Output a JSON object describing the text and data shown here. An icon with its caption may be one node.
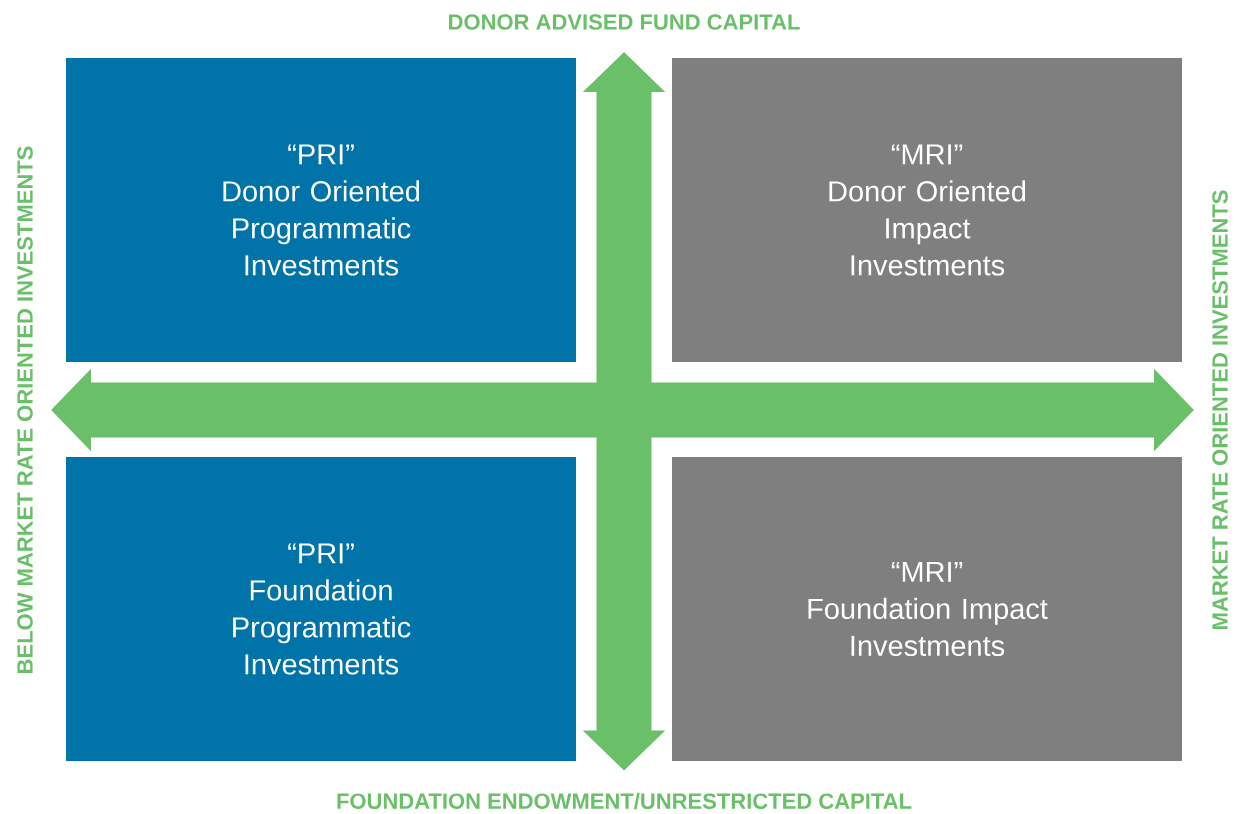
{
  "diagram": {
    "nodes": [
      {
        "text": [
          "“PRI”",
          "Donor Oriented Programmatic Investments"
        ]
      },
      {
        "text": [
          "“MRI”",
          "Donor Oriented Impact Investments"
        ]
      },
      {
        "text": [
          "“PRI”",
          "Foundation Programmatic Investments"
        ]
      },
      {
        "text": [
          "“MRI”",
          "Foundation Impact Investments"
        ]
      },
      {
        "text": [
          "DONOR ADVISED FUND CAPITAL"
        ]
      },
      {
        "text": [
          "FOUNDATION ENDOWMENT/UNRESTRICTED CAPITAL"
        ]
      },
      {
        "text": [
          "BELOW MARKET RATE ORIENTED INVESTMENTS"
        ]
      },
      {
        "text": [
          "MARKET RATE ORIENTED INVESTMENTS"
        ]
      }
    ],
    "edges": [
      {
        "from": 5,
        "to": 4,
        "arrow": "both"
      },
      {
        "from": 6,
        "to": 7,
        "arrow": "both"
      }
    ]
  }
}
